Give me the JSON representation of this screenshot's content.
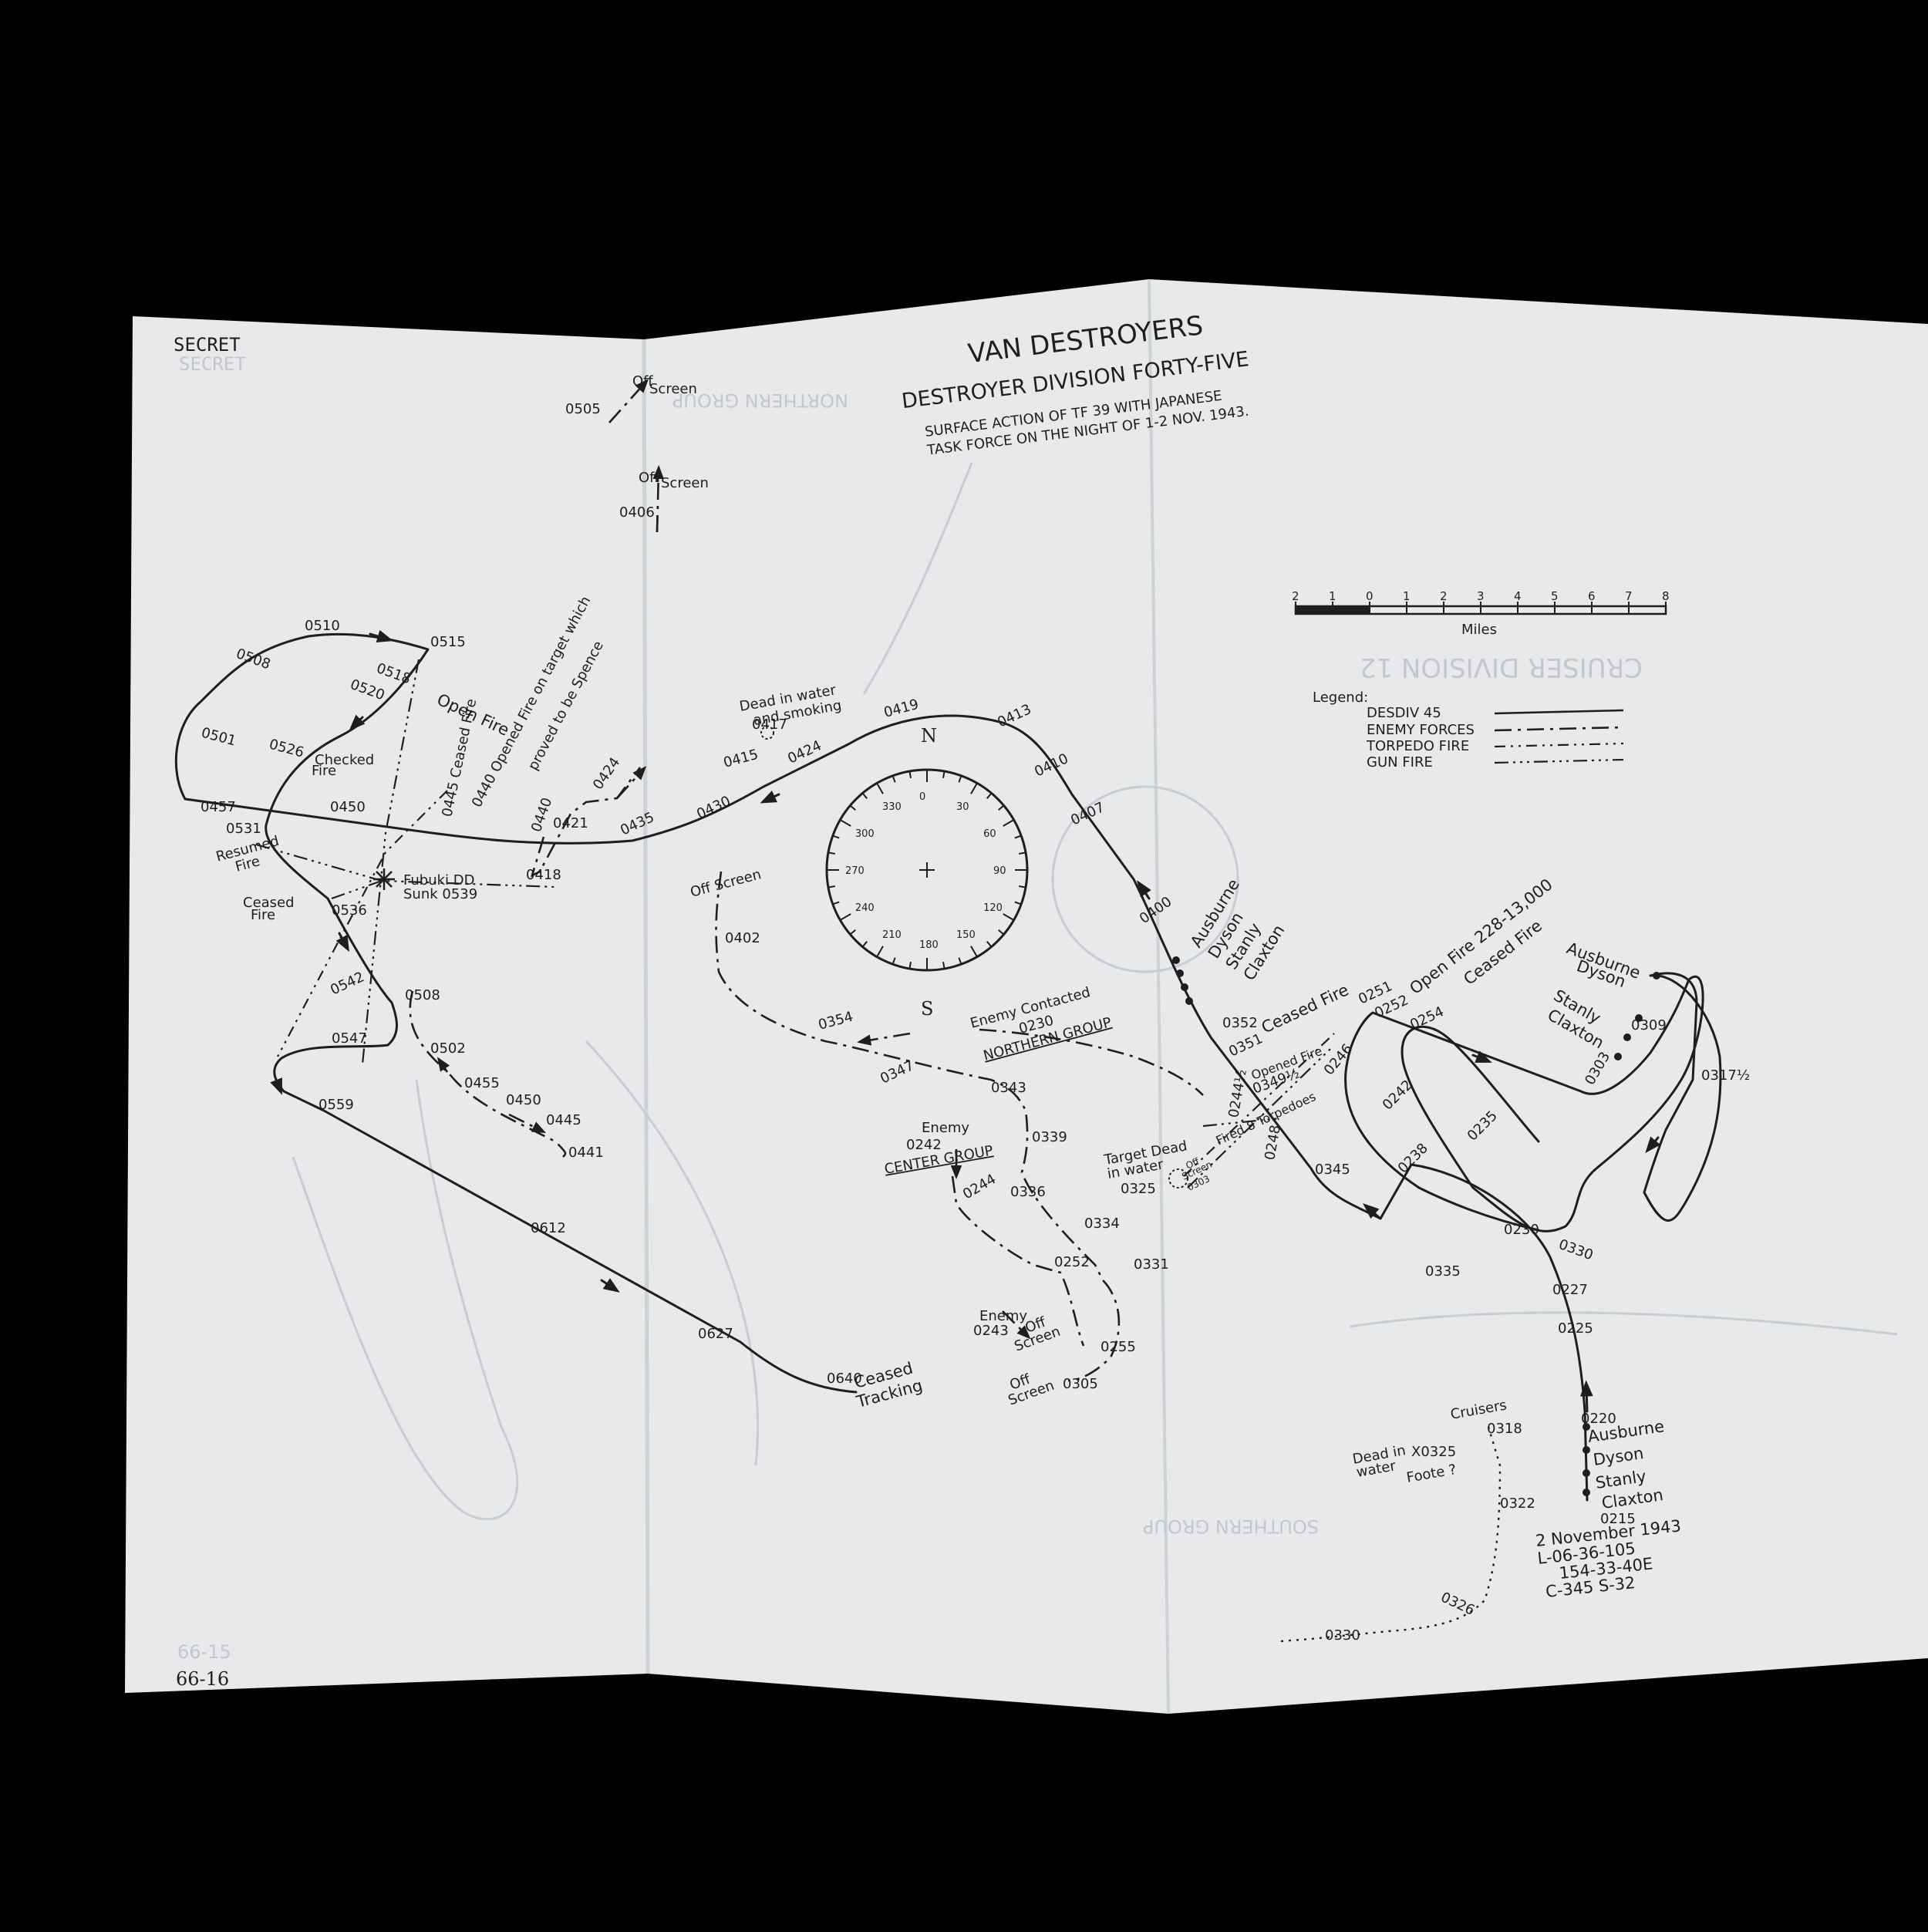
{
  "classification": {
    "top": "SECRET",
    "top_ghost": "SECRET"
  },
  "page_number": "66-16",
  "page_number_ghost": "66-15",
  "title": {
    "main": "VAN DESTROYERS",
    "sub": "DESTROYER DIVISION FORTY-FIVE",
    "caption_1": "SURFACE ACTION OF TF 39 WITH JAPANESE",
    "caption_2": "TASK FORCE ON THE NIGHT OF 1-2 NOV. 1943."
  },
  "ghost_title": {
    "main": "CRUISER DIVISION 12",
    "group_1": "NORTHERN GROUP",
    "group_2": "SOUTHERN GROUP"
  },
  "scale": {
    "ticks": [
      "2",
      "1",
      "0",
      "1",
      "2",
      "3",
      "4",
      "5",
      "6",
      "7",
      "8"
    ],
    "unit": "Miles"
  },
  "legend": {
    "title": "Legend:",
    "items": [
      {
        "label": "DESDIV 45",
        "style": "solid"
      },
      {
        "label": "ENEMY FORCES",
        "style": "dash-dot"
      },
      {
        "label": "TORPEDO FIRE",
        "style": "dash-dot-dot"
      },
      {
        "label": "GUN FIRE",
        "style": "dash-dot-dot-dot"
      }
    ]
  },
  "compass": {
    "north": "N",
    "south": "S",
    "bearings": [
      "0",
      "30",
      "60",
      "90",
      "120",
      "150",
      "180",
      "210",
      "240",
      "270",
      "300",
      "330"
    ]
  },
  "times": {
    "t0505": "0505",
    "t0406": "0406",
    "t0510": "0510",
    "t0515": "0515",
    "t0508a": "0508",
    "t0518": "0518",
    "t0520": "0520",
    "t0501": "0501",
    "t0526": "0526",
    "t0457": "0457",
    "t0450a": "0450",
    "t0531": "0531",
    "t0536": "0536",
    "t0542": "0542",
    "t0547": "0547",
    "t0508b": "0508",
    "t0502": "0502",
    "t0455": "0455",
    "t0450b": "0450",
    "t0445": "0445",
    "t0441": "0441",
    "t0559": "0559",
    "t0612": "0612",
    "t0627": "0627",
    "t0640": "0640",
    "t0440": "0440",
    "t0421": "0421",
    "t0418": "0418",
    "t0424a": "0424",
    "t0435": "0435",
    "t0430": "0430",
    "t0424b": "0424",
    "t0415": "0415",
    "t0417": "0417",
    "t0419": "0419",
    "t0413": "0413",
    "t0410": "0410",
    "t0407": "0407",
    "t0400": "0400",
    "t0402": "0402",
    "t0354": "0354",
    "t0347": "0347",
    "t0343": "0343",
    "t0339": "0339",
    "t0336": "0336",
    "t0334": "0334",
    "t0331": "0331",
    "t0252a": "0252",
    "t0244": "0244",
    "t0243": "0243",
    "t0255": "0255",
    "t0305": "0305",
    "t0352": "0352",
    "t0351": "0351",
    "t0251": "0251",
    "t0252b": "0252",
    "t0254": "0254",
    "t0246": "0246",
    "t0242": "0242",
    "t0238": "0238",
    "t0235": "0235",
    "t0345": "0345",
    "t0335": "0335",
    "t0230": "0230",
    "t0330a": "0330",
    "t0227": "0227",
    "t0225": "0225",
    "t0220": "0220",
    "t0215": "0215",
    "t0303": "0303",
    "t0309": "0309",
    "t0317": "0317½",
    "t0318": "0318",
    "t0322": "0322",
    "t0326": "0326",
    "t0330b": "0330",
    "t0244h": "0244½",
    "t0349": "0349½",
    "t0248": "0248"
  },
  "labels": {
    "off": "Off",
    "screen": "Screen",
    "off_screen": "Off Screen",
    "open_fire": "Open Fire",
    "checked": "Checked",
    "fire": "Fire",
    "ceased": "Ceased",
    "resumed": "Resumed",
    "ceased_fire_short": "Ceased Fire",
    "ceased_fire_diag": "0445 Ceased Fire",
    "opened_fire_note_1": "0440 Opened Fire on target which",
    "opened_fire_note_2": "proved to be Spence",
    "fubuki_1": "Fubuki DD",
    "fubuki_2": "Sunk 0539",
    "dead_in_water_1": "Dead in water",
    "dead_in_water_2": "and smoking",
    "tracking": "Tracking",
    "enemy": "Enemy",
    "enemy_contacted": "Enemy Contacted",
    "enemy_contacted_time": "0230",
    "northern_group": "NORTHERN GROUP",
    "center_group": "CENTER GROUP",
    "target_dead_1": "Target Dead",
    "target_dead_2": "in water",
    "target_dead_time": "0325",
    "off_screen_small_1": "Off",
    "off_screen_small_2": "Screen",
    "off_screen_small_3": "0303",
    "opened_fire_small": "Opened Fire",
    "fired_torpedoes": "Fired 8 Torpedoes",
    "open_fire_bearing": "Open Fire 228-13,000",
    "ceased_fire_0351": "Ceased Fire",
    "ceased_fire_0254": "Ceased Fire",
    "cruisers": "Cruisers",
    "dead_in_water_b1": "Dead in",
    "dead_in_water_b2": "water",
    "foote_mark": "X0325",
    "foote": "Foote ?"
  },
  "ships_top": [
    "Ausburne",
    "Dyson",
    "Stanly",
    "Claxton"
  ],
  "ships_right": {
    "pair_1": "Ausburne",
    "pair_2": "Dyson",
    "pair_3": "Stanly",
    "pair_4": "Claxton"
  },
  "ships_bottom": [
    "Ausburne",
    "Dyson",
    "Stanly",
    "Claxton"
  ],
  "position_note": {
    "line_1": "2 November 1943",
    "line_2": "L-06-36-105",
    "line_3": "154-33-40E",
    "line_4": "C-345   S-32"
  },
  "colors": {
    "background": "#000000",
    "paper": "#e7e9eb",
    "ink": "#1e1e1e",
    "ghost_ink": "#c4c7cb"
  }
}
